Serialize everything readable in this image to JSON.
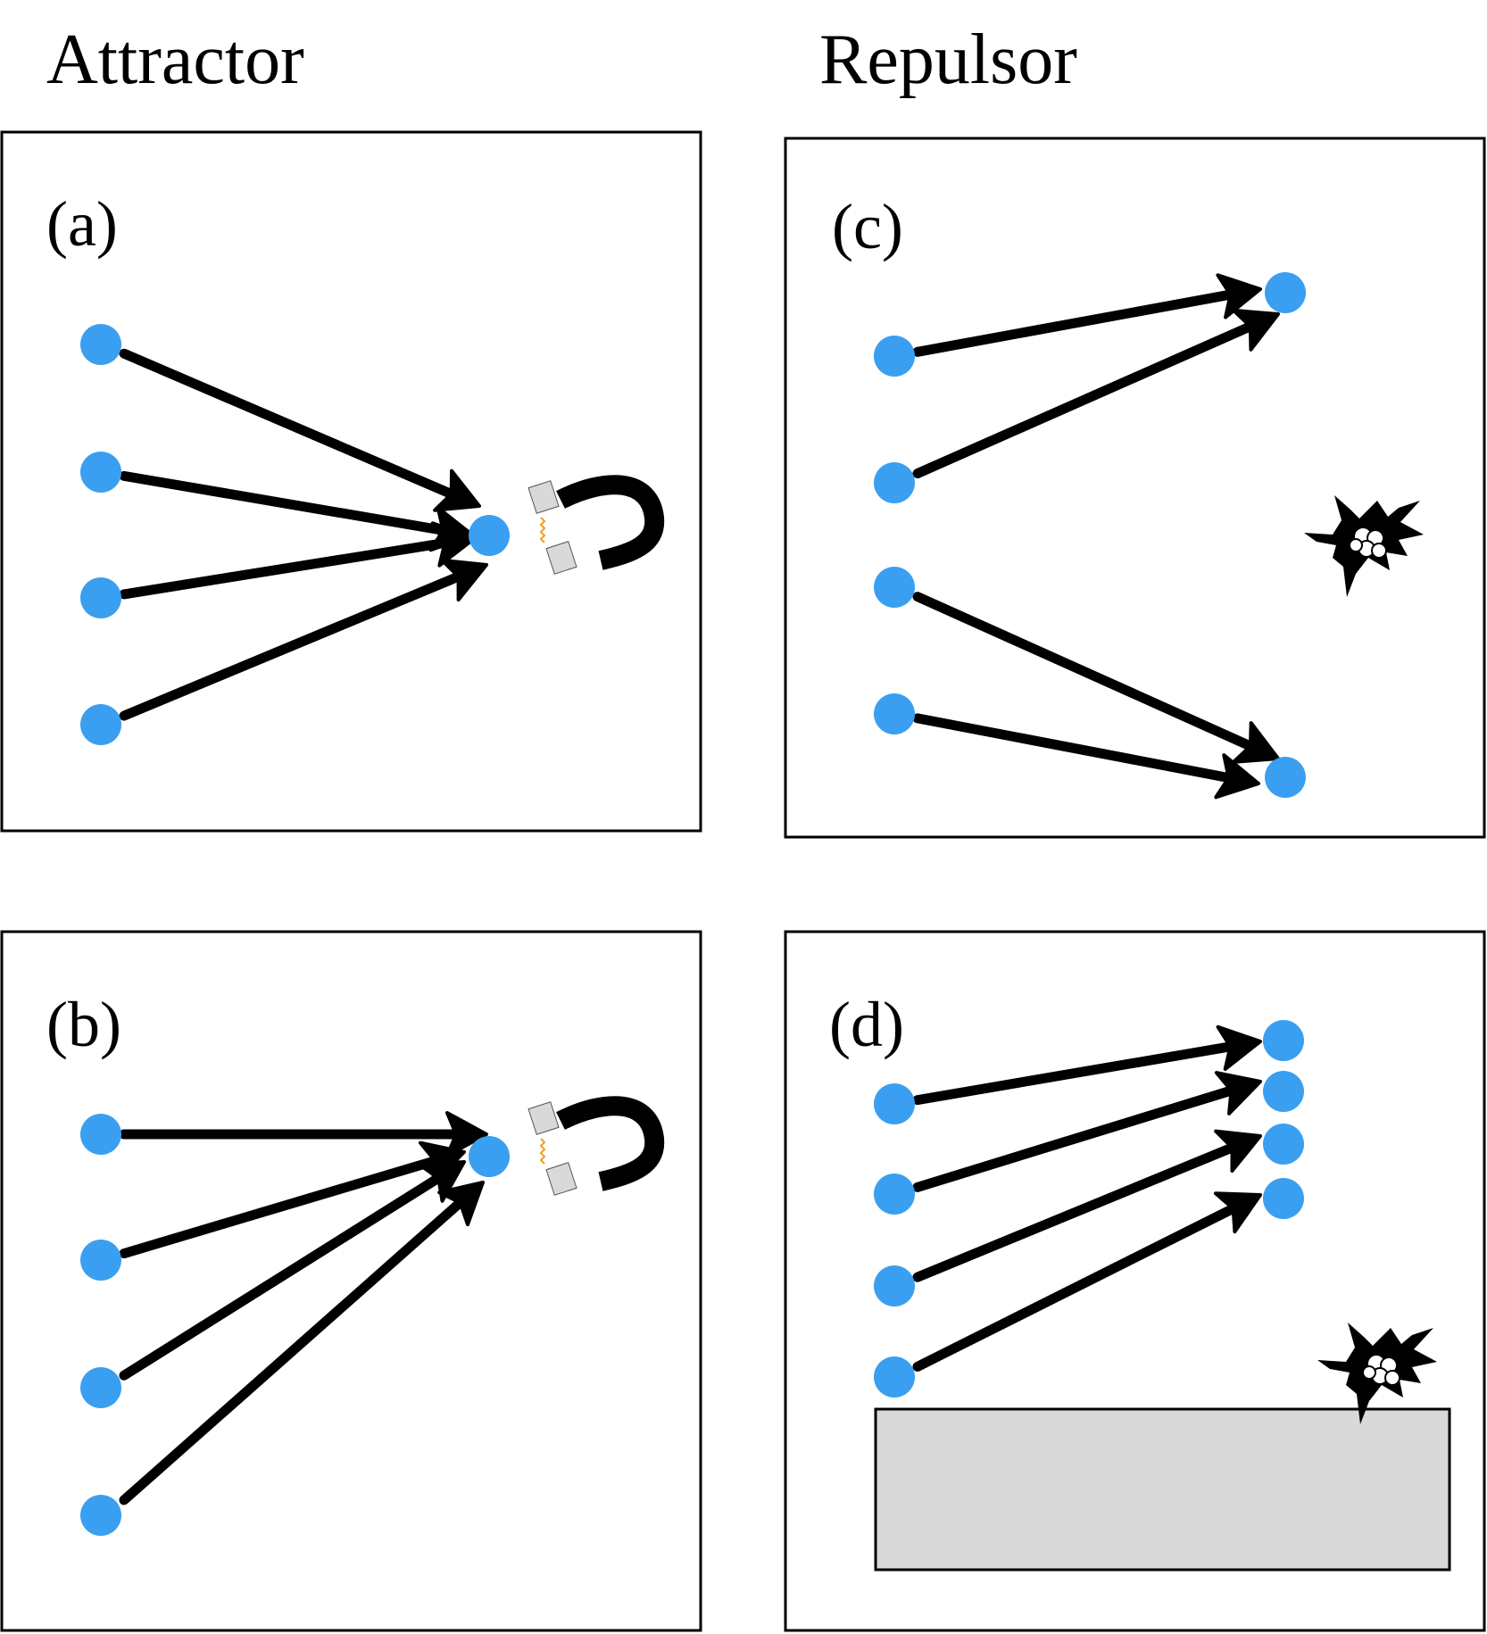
{
  "headers": {
    "attractor": "Attractor",
    "repulsor": "Repulsor"
  },
  "panels": [
    {
      "id": "a",
      "label": "(a)",
      "type": "attractor",
      "icon": "magnet-icon"
    },
    {
      "id": "b",
      "label": "(b)",
      "type": "attractor",
      "icon": "magnet-icon"
    },
    {
      "id": "c",
      "label": "(c)",
      "type": "repulsor",
      "icon": "explosion-icon"
    },
    {
      "id": "d",
      "label": "(d)",
      "type": "repulsor",
      "icon": "explosion-icon",
      "obstacle": "wall"
    }
  ],
  "colors": {
    "particle": "#3a9ff0",
    "arrow": "#000000",
    "frame": "#000000",
    "wall_fill": "#d9d9d9",
    "magnet_tip": "#d9d9d9",
    "spark": "#f0a020"
  }
}
